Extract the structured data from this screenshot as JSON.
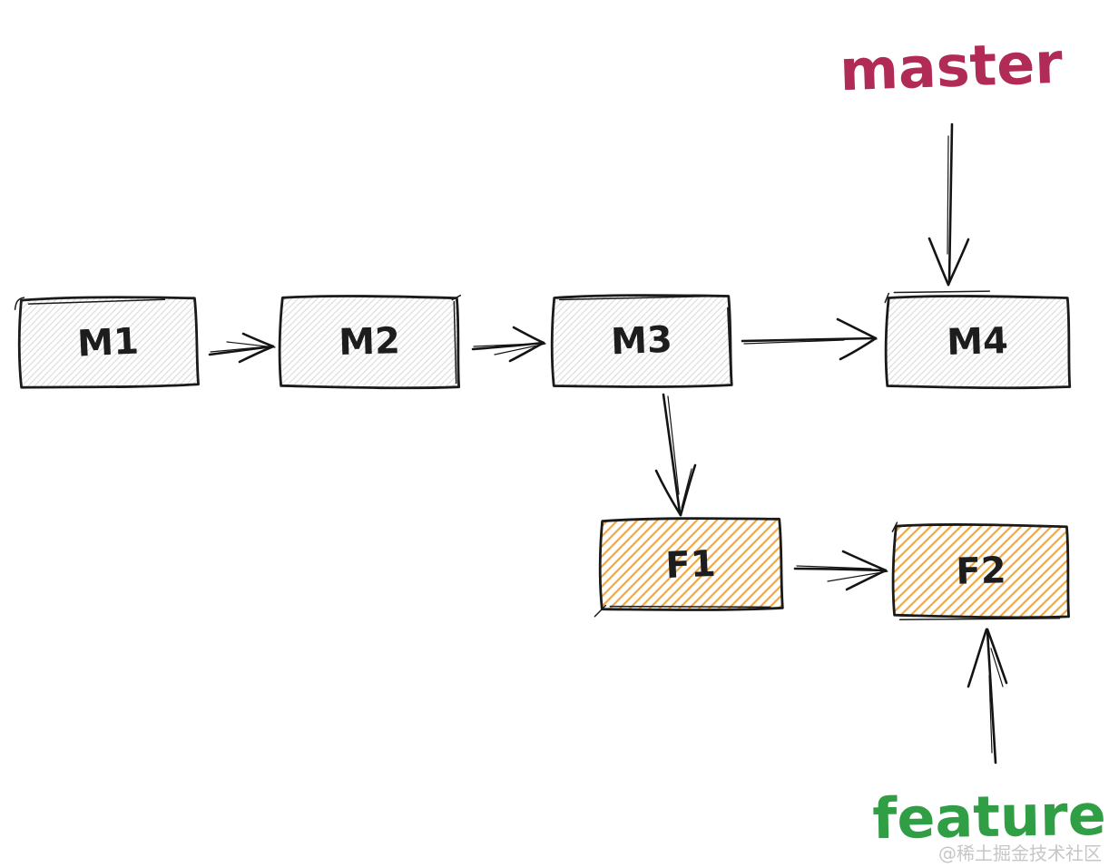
{
  "diagram": {
    "type": "git-branch-commit-flow",
    "branches": [
      {
        "label": "master",
        "color": "#b02b55",
        "points_to": "M4"
      },
      {
        "label": "feature",
        "color": "#2f9e44",
        "points_to": "F2"
      }
    ],
    "nodes": [
      {
        "label": "M1",
        "branch": "master",
        "fill_style": "gray-hachure"
      },
      {
        "label": "M2",
        "branch": "master",
        "fill_style": "gray-hachure"
      },
      {
        "label": "M3",
        "branch": "master",
        "fill_style": "gray-hachure"
      },
      {
        "label": "M4",
        "branch": "master",
        "fill_style": "gray-hachure"
      },
      {
        "label": "F1",
        "branch": "feature",
        "fill_style": "orange-hachure"
      },
      {
        "label": "F2",
        "branch": "feature",
        "fill_style": "orange-hachure"
      }
    ],
    "edges": [
      {
        "from": "M1",
        "to": "M2"
      },
      {
        "from": "M2",
        "to": "M3"
      },
      {
        "from": "M3",
        "to": "M4"
      },
      {
        "from": "M3",
        "to": "F1"
      },
      {
        "from": "F1",
        "to": "F2"
      }
    ],
    "colors": {
      "node_border": "#1a1a1a",
      "gray_hachure": "#d9d9d9",
      "orange_hachure": "#f0a43c",
      "arrow": "#141414",
      "watermark": "#c6c6c6"
    },
    "watermark": "@稀土掘金技术社区"
  }
}
